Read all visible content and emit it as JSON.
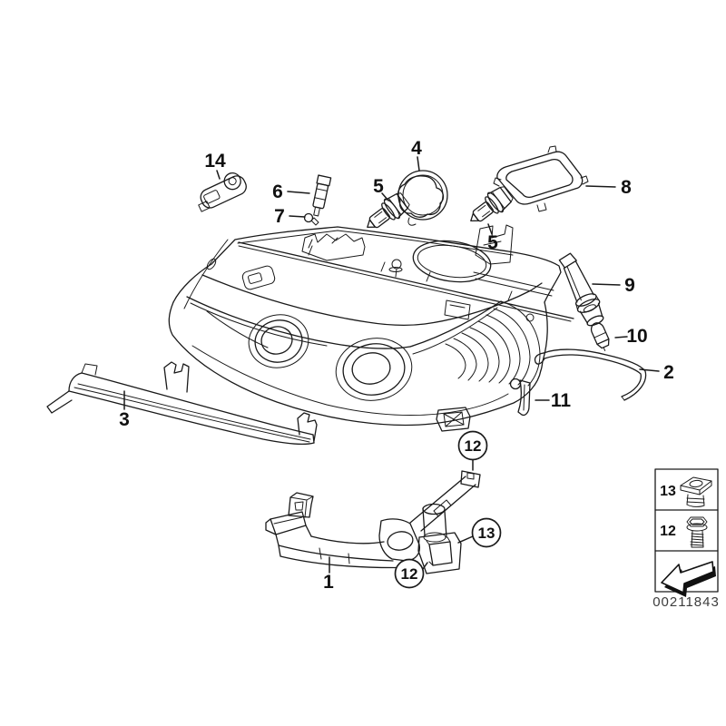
{
  "callouts": {
    "c1": "1",
    "c2": "2",
    "c3": "3",
    "c4": "4",
    "c5a": "5",
    "c5b": "5",
    "c6": "6",
    "c7": "7",
    "c8": "8",
    "c9": "9",
    "c10": "10",
    "c11": "11",
    "c14": "14",
    "circled_12_top": "12",
    "circled_13": "13",
    "circled_12_bottom": "12"
  },
  "legend": {
    "row1_label": "13",
    "row2_label": "12",
    "row1_icon": "clip-nut-icon",
    "row2_icon": "flange-screw-icon",
    "row3_icon": "direction-arrow-icon"
  },
  "footer": {
    "document_number": "00211843"
  },
  "colors": {
    "background": "#ffffff",
    "line": "#1a1a1a",
    "label_text": "#111111",
    "document_number_text": "#3c3c3c"
  }
}
